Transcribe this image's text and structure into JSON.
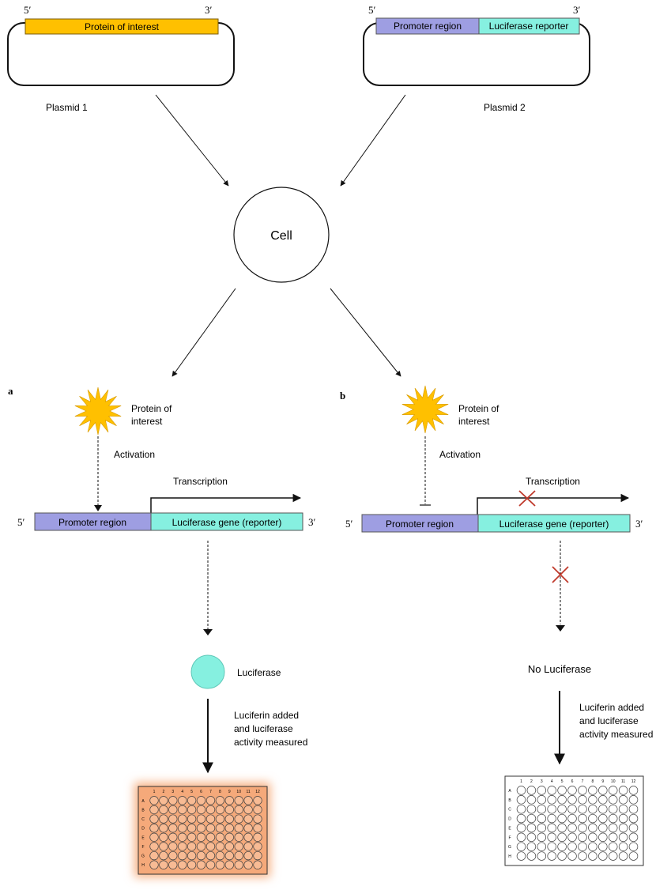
{
  "plasmid1": {
    "end5": "5′",
    "end3": "3′",
    "insert_label": "Protein of interest",
    "insert_color": "#ffc000",
    "caption": "Plasmid 1"
  },
  "plasmid2": {
    "end5": "5′",
    "end3": "3′",
    "promoter_label": "Promoter region",
    "reporter_label": "Luciferase reporter",
    "caption": "Plasmid 2"
  },
  "cell_label": "Cell",
  "panel_a": {
    "letter": "a",
    "protein_label_line1": "Protein of",
    "protein_label_line2": "interest",
    "activation_label": "Activation",
    "transcription_label": "Transcription",
    "end5": "5′",
    "end3": "3′",
    "promoter_label": "Promoter region",
    "gene_label": "Luciferase gene (reporter)",
    "product_label": "Luciferase",
    "measure_line1": "Luciferin added",
    "measure_line2": "and luciferase",
    "measure_line3": "activity measured",
    "plate_glow": true
  },
  "panel_b": {
    "letter": "b",
    "protein_label_line1": "Protein of",
    "protein_label_line2": "interest",
    "activation_label": "Activation",
    "transcription_label": "Transcription",
    "end5": "5′",
    "end3": "3′",
    "promoter_label": "Promoter region",
    "gene_label": "Luciferase gene (reporter)",
    "product_label": "No Luciferase",
    "measure_line1": "Luciferin added",
    "measure_line2": "and luciferase",
    "measure_line3": "activity measured",
    "plate_glow": false
  },
  "plate": {
    "row_labels": [
      "A",
      "B",
      "C",
      "D",
      "E",
      "F",
      "G",
      "H"
    ],
    "col_labels": [
      "1",
      "2",
      "3",
      "4",
      "5",
      "6",
      "7",
      "8",
      "9",
      "10",
      "11",
      "12"
    ]
  },
  "colors": {
    "promoter": "#9e9ee2",
    "reporter": "#86f0e0",
    "sun": "#ffc000",
    "inhibit_x": "#c0392b",
    "glow": "#f9b98a"
  },
  "icons": {
    "sun": "starburst-icon",
    "cross": "x-mark-icon",
    "well_plate": "96-well-plate-icon"
  }
}
